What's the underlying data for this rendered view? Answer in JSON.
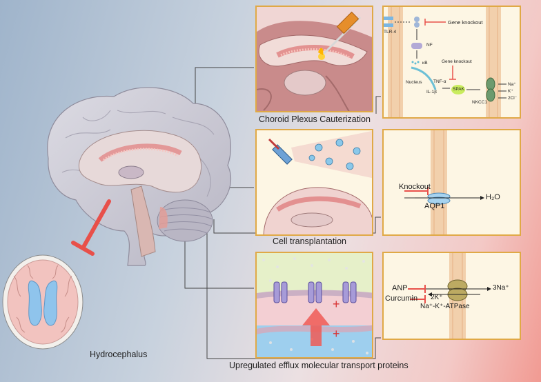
{
  "captions": {
    "choroid": "Choroid Plexus Cauterization",
    "cell": "Cell transplantation",
    "efflux": "Upregulated efflux molecular transport proteins",
    "hydrocephalus": "Hydrocephalus"
  },
  "pathway1": {
    "tlr4": "TLR-4",
    "nf": "NF",
    "kb": "κB",
    "nucleus": "Nucleus",
    "tnf": "TNF-α",
    "il1b": "IL-1β",
    "spak": "SPAK",
    "nkcc1": "NKCC1",
    "gene_knockout_1": "Gene knockout",
    "gene_knockout_2": "Gene knockout",
    "ion_na": "Na⁺",
    "ion_k": "K⁺",
    "ion_cl": "2Cl⁻"
  },
  "pathway2": {
    "knockout": "Knockout",
    "aqp1": "AQP1",
    "h2o": "H₂O"
  },
  "pathway3": {
    "anp": "ANP",
    "curcumin": "Curcumin",
    "k2": "2K⁺",
    "na3": "3Na⁺",
    "atpase": "Na⁺-K⁺-ATPase"
  },
  "colors": {
    "panel_border": "#e0a946",
    "inhibit": "#e8504a",
    "membrane": "#f0c9a6",
    "brain": "#c7c5cf"
  }
}
